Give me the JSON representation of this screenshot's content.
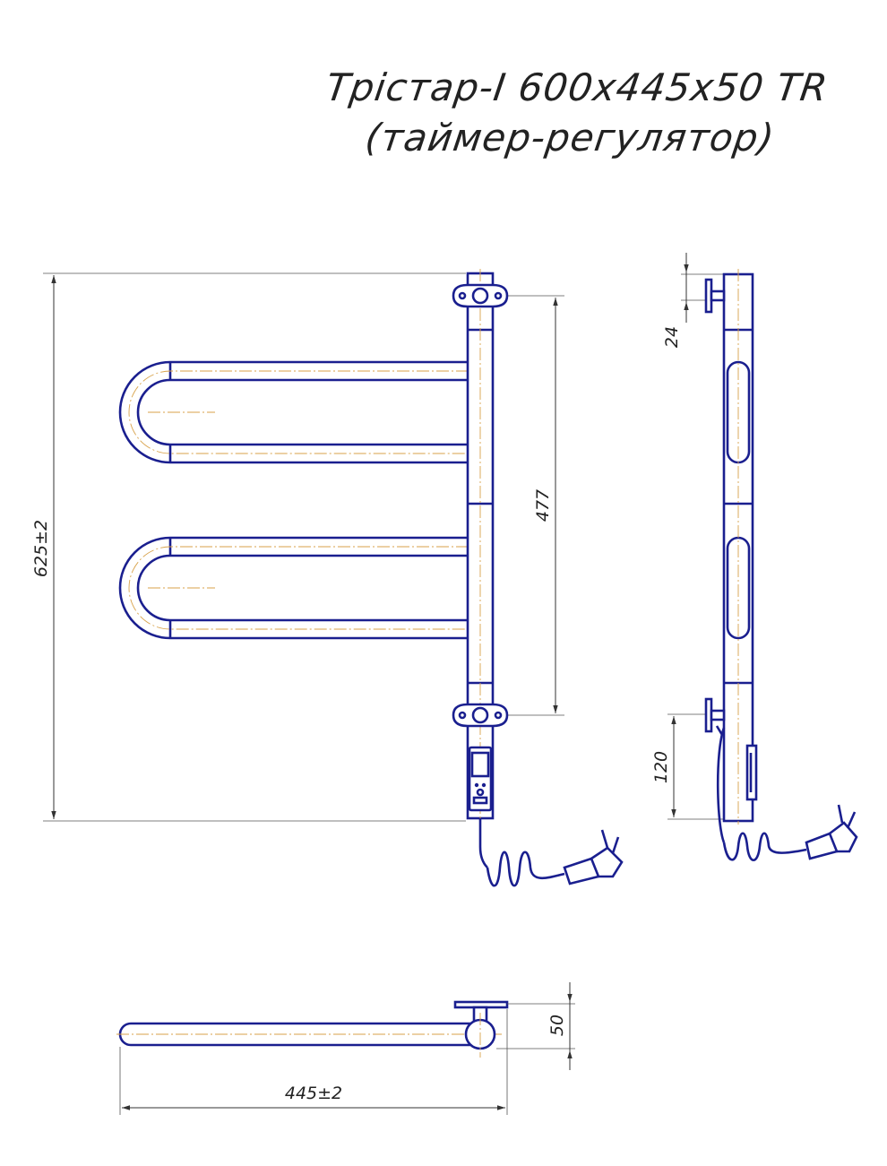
{
  "title": {
    "line1": "Трістар-І 600х445х50 TR",
    "line2": "(таймер-регулятор)"
  },
  "dimensions": {
    "overall_height": "625±2",
    "mount_spacing": "477",
    "top_offset": "24",
    "bottom_offset": "120",
    "depth": "50",
    "overall_width": "445±2"
  },
  "colors": {
    "outline": "#1a1f8f",
    "centerline": "#d8a24a",
    "dimension": "#333333"
  }
}
